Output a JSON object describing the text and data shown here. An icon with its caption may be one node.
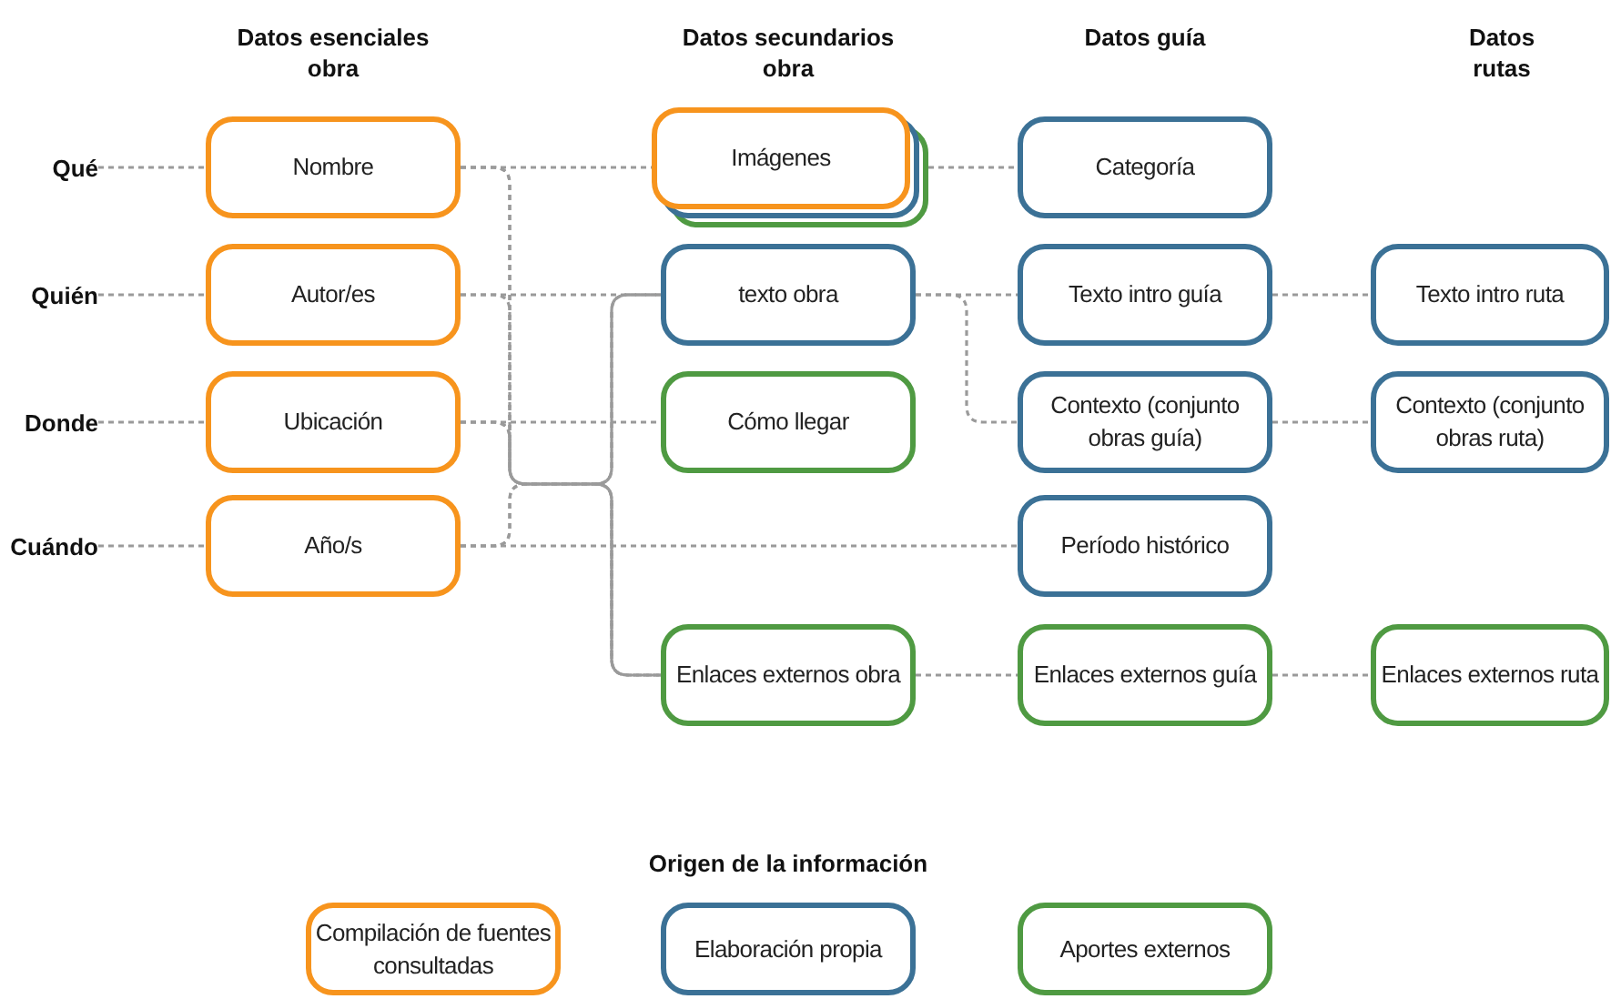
{
  "diagram": {
    "nodes": [
      {
        "text": [
          "Qué"
        ]
      },
      {
        "text": [
          "Quién"
        ]
      },
      {
        "text": [
          "Donde"
        ]
      },
      {
        "text": [
          "Cuándo"
        ]
      },
      {
        "text": [
          "Nombre"
        ]
      },
      {
        "text": [
          "Autor/es"
        ]
      },
      {
        "text": [
          "Ubicación"
        ]
      },
      {
        "text": [
          "Año/s"
        ]
      },
      {
        "text": [
          "Imágenes"
        ]
      },
      {
        "text": [
          "texto obra"
        ]
      },
      {
        "text": [
          "Cómo llegar"
        ]
      },
      {
        "text": [
          "Enlaces externos obra"
        ]
      },
      {
        "text": [
          "Categoría"
        ]
      },
      {
        "text": [
          "Texto intro guía"
        ]
      },
      {
        "text": [
          "Contexto (conjunto obras guía)"
        ]
      },
      {
        "text": [
          "Período histórico"
        ]
      },
      {
        "text": [
          "Enlaces externos guía"
        ]
      },
      {
        "text": [
          "Texto intro ruta"
        ]
      },
      {
        "text": [
          "Contexto (conjunto obras ruta)"
        ]
      },
      {
        "text": [
          "Enlaces externos ruta"
        ]
      }
    ],
    "edges": [
      {
        "from": 0,
        "to": 4,
        "arrow": "none"
      },
      {
        "from": 1,
        "to": 5,
        "arrow": "none"
      },
      {
        "from": 2,
        "to": 6,
        "arrow": "none"
      },
      {
        "from": 3,
        "to": 7,
        "arrow": "none"
      },
      {
        "from": 4,
        "to": 8,
        "arrow": "none"
      },
      {
        "from": 8,
        "to": 12,
        "arrow": "none"
      },
      {
        "from": 4,
        "to": 9,
        "arrow": "none"
      },
      {
        "from": 5,
        "to": 9,
        "arrow": "none"
      },
      {
        "from": 6,
        "to": 9,
        "arrow": "none"
      },
      {
        "from": 7,
        "to": 9,
        "arrow": "none"
      },
      {
        "from": 4,
        "to": 11,
        "arrow": "none"
      },
      {
        "from": 5,
        "to": 11,
        "arrow": "none"
      },
      {
        "from": 6,
        "to": 11,
        "arrow": "none"
      },
      {
        "from": 7,
        "to": 11,
        "arrow": "none"
      },
      {
        "from": 6,
        "to": 10,
        "arrow": "none"
      },
      {
        "from": 7,
        "to": 15,
        "arrow": "none"
      },
      {
        "from": 9,
        "to": 13,
        "arrow": "none"
      },
      {
        "from": 9,
        "to": 14,
        "arrow": "none"
      },
      {
        "from": 13,
        "to": 17,
        "arrow": "none"
      },
      {
        "from": 14,
        "to": 18,
        "arrow": "none"
      },
      {
        "from": 11,
        "to": 16,
        "arrow": "none"
      },
      {
        "from": 16,
        "to": 19,
        "arrow": "none"
      }
    ],
    "labels": [
      "Datos esenciales obra",
      "Datos secundarios obra",
      "Datos guía",
      "Datos rutas",
      "Origen de la información"
    ],
    "legend": [
      {
        "text": "Compilación de fuentes consultadas",
        "color": "#f7941d"
      },
      {
        "text": "Elaboración propia",
        "color": "#3b7196"
      },
      {
        "text": "Aportes externos",
        "color": "#4f9a42"
      }
    ]
  }
}
